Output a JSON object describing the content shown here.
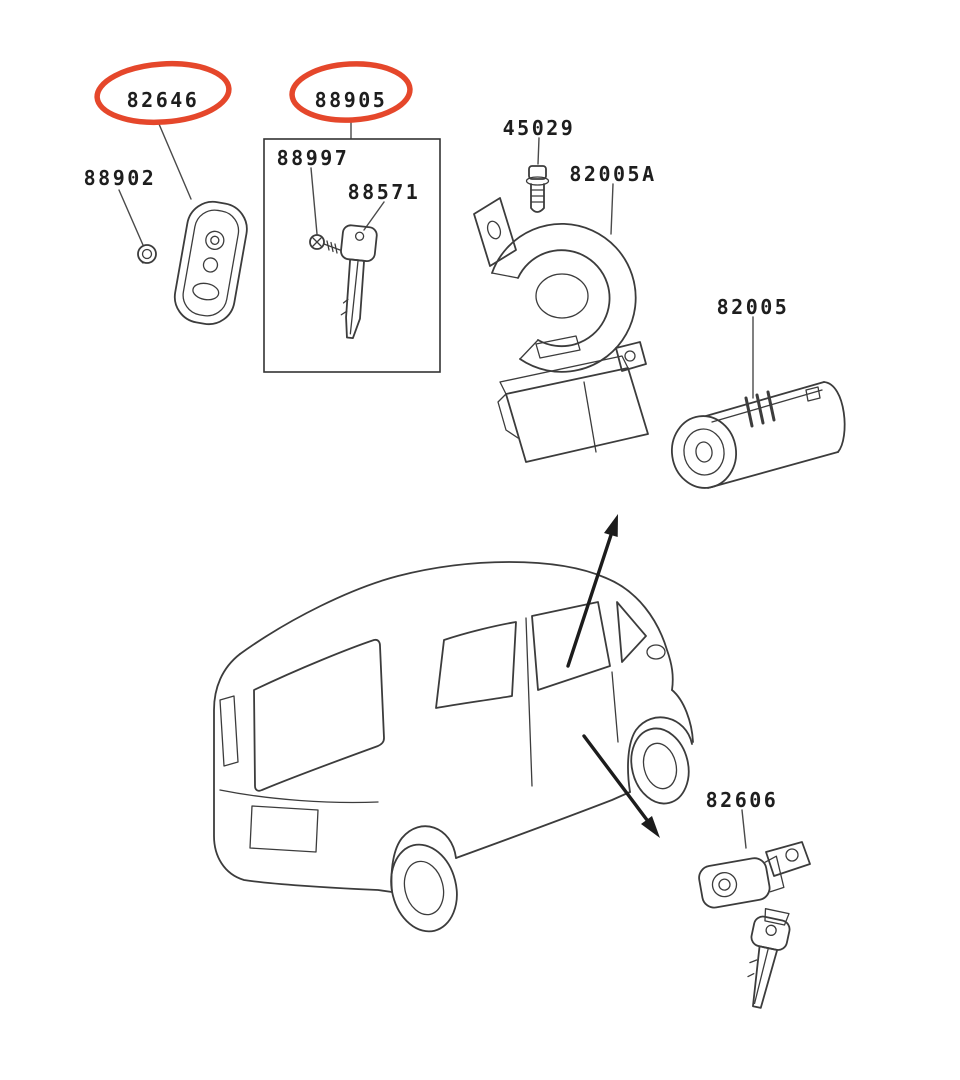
{
  "colors": {
    "highlight": "#e5472b",
    "line": "#3c3c3c"
  },
  "parts": {
    "p82646": "82646",
    "p88902": "88902",
    "p88905": "88905",
    "p88997": "88997",
    "p88571": "88571",
    "p45029": "45029",
    "p82005A": "82005A",
    "p82005": "82005",
    "p82606": "82606"
  },
  "highlighted_parts": [
    "82646",
    "88905"
  ]
}
